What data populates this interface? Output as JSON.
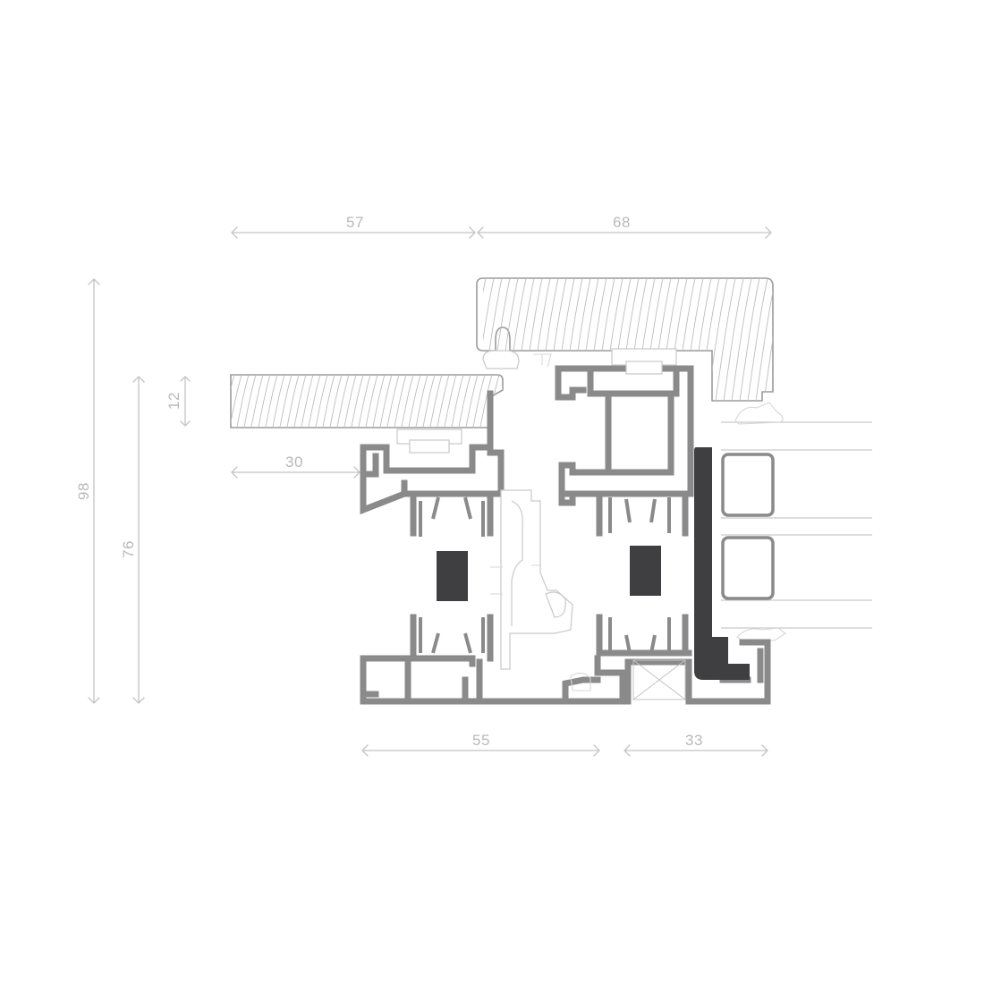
{
  "dimensions": {
    "top_left": "57",
    "top_right": "68",
    "offset": "30",
    "overall_height": "98",
    "frame_height": "76",
    "cladding": "12",
    "bottom_left": "55",
    "bottom_right": "33"
  },
  "colors": {
    "aluminium": "#8a8a8a",
    "thermal_break": "#3f3f41",
    "dimension": "#b9b9b9"
  }
}
